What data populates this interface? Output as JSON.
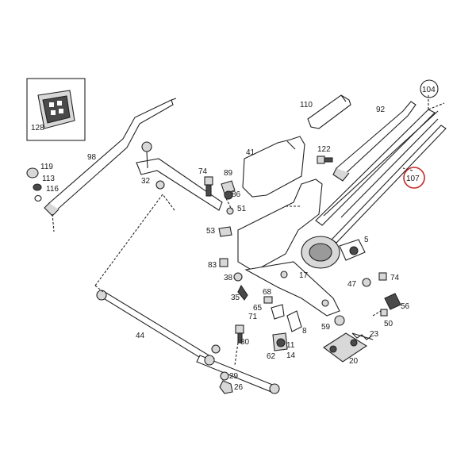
{
  "diagram": {
    "highlight_color": "#c62828",
    "line_color": "#222222",
    "labels": {
      "p128": "128",
      "p119": "119",
      "p113": "113",
      "p116": "116",
      "p98": "98",
      "p32": "32",
      "p74a": "74",
      "p89": "89",
      "p86": "86",
      "p41": "41",
      "p110": "110",
      "p92": "92",
      "p104": "104",
      "p122": "122",
      "p107": "107",
      "p51": "51",
      "p53": "53",
      "p5": "5",
      "p83": "83",
      "p38": "38",
      "p17": "17",
      "p47": "47",
      "p74b": "74",
      "p35": "35",
      "p68": "68",
      "p65": "65",
      "p71": "71",
      "p56": "56",
      "p50": "50",
      "p8": "8",
      "p59": "59",
      "p44": "44",
      "p80": "80",
      "p23": "23",
      "p11": "11",
      "p14": "14",
      "p62": "62",
      "p20": "20",
      "p29": "29",
      "p26": "26"
    }
  }
}
